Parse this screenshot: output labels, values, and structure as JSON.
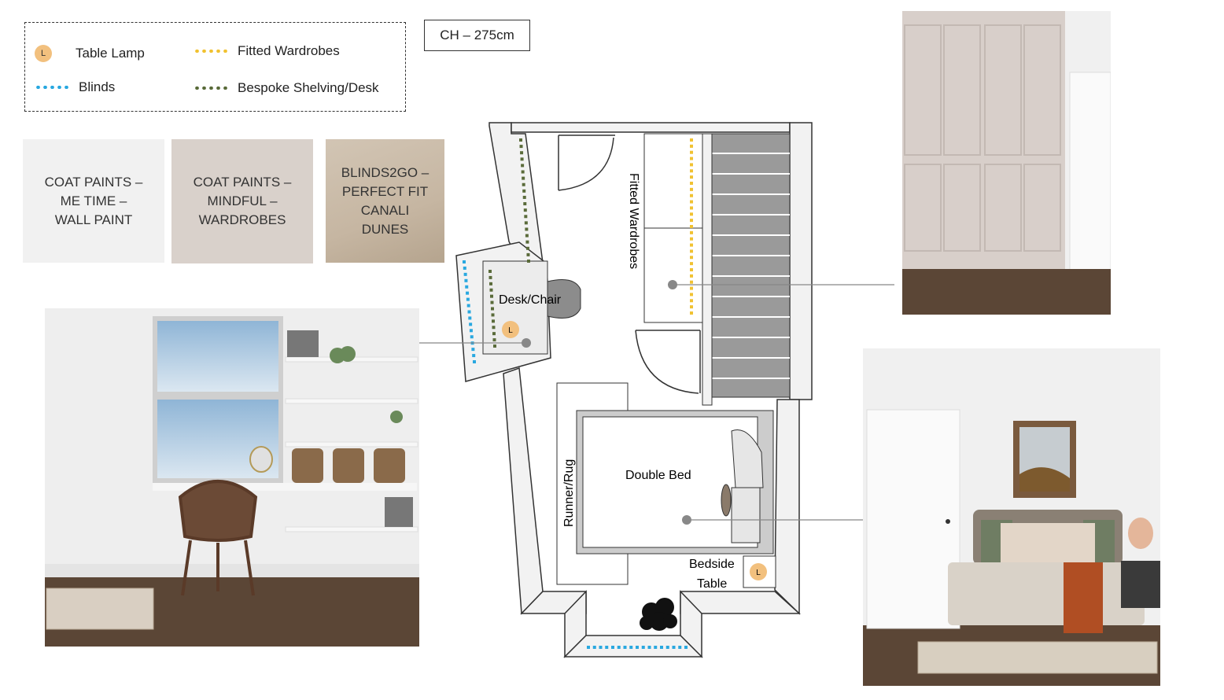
{
  "legend": {
    "table_lamp": "Table Lamp",
    "lamp_symbol": "L",
    "fitted_wardrobes": "Fitted Wardrobes",
    "blinds": "Blinds",
    "bespoke": "Bespoke Shelving/Desk"
  },
  "ceiling_height": "CH – 275cm",
  "swatches": [
    {
      "label": "COAT PAINTS –\nME TIME –\nWALL PAINT",
      "color": "#f1f1f1"
    },
    {
      "label": "COAT PAINTS –\nMINDFUL –\nWARDROBES",
      "color": "#d9d1cb"
    },
    {
      "label": "BLINDS2GO –\nPERFECT FIT\nCANALI\nDUNES",
      "color": "#cdbfae"
    }
  ],
  "plan": {
    "desk_chair": "Desk/Chair",
    "fitted_wardrobes": "Fitted Wardrobes",
    "runner_rug": "Runner/Rug",
    "double_bed": "Double Bed",
    "bedside_line1": "Bedside",
    "bedside_line2": "Table",
    "lamp_symbol": "L"
  },
  "colors": {
    "lamp": "#f2c07e",
    "blinds": "#29a8e0",
    "wardrobes": "#f1c232",
    "bespoke": "#5a6b3a",
    "floor": "#5b4636",
    "stairs": "#9a9a9a"
  }
}
